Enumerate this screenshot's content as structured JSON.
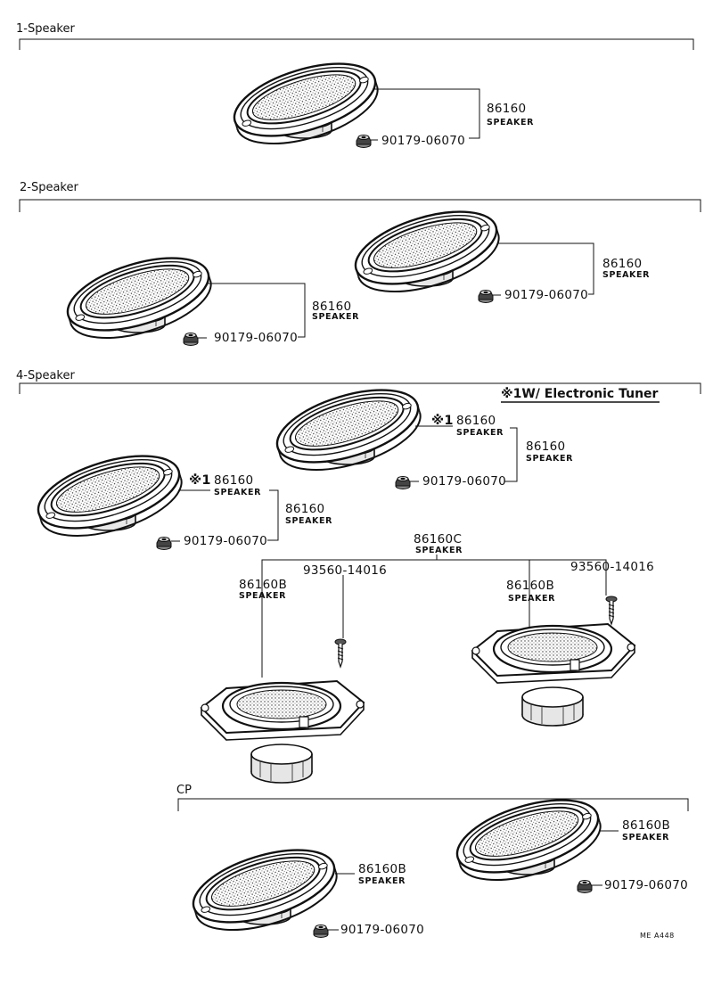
{
  "sections": {
    "one": "1-Speaker",
    "two": "2-Speaker",
    "four": "4-Speaker",
    "cp": "CP"
  },
  "note": "※1W/ Electronic Tuner",
  "mark": "※1",
  "parts": {
    "speaker_86160": "86160",
    "speaker_86160b": "86160B",
    "speaker_86160c": "86160C",
    "speaker_word": "SPEAKER",
    "nut": "90179-06070",
    "screw": "93560-14016"
  },
  "code": "ME A448"
}
